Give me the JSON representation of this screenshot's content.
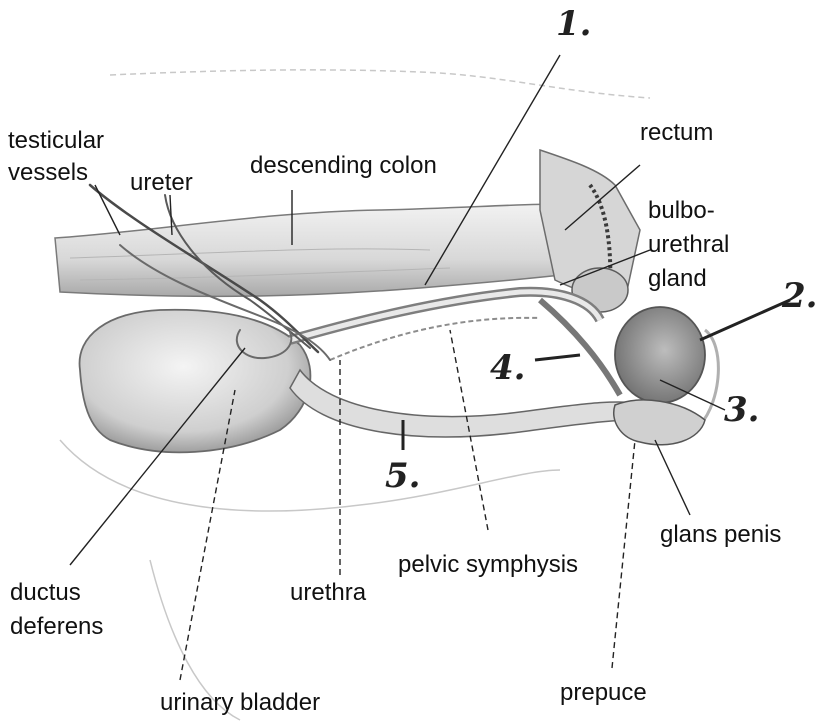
{
  "labels": {
    "testicular_vessels_line1": "testicular",
    "testicular_vessels_line2": "vessels",
    "ureter": "ureter",
    "descending_colon": "descending colon",
    "rectum": "rectum",
    "bulbourethral_line1": "bulbo-",
    "bulbourethral_line2": "urethral",
    "bulbourethral_line3": "gland",
    "glans_penis": "glans penis",
    "pelvic_symphysis": "pelvic symphysis",
    "urethra": "urethra",
    "ductus_deferens_line1": "ductus",
    "ductus_deferens_line2": "deferens",
    "urinary_bladder": "urinary bladder",
    "prepuce": "prepuce"
  },
  "numbers": {
    "n1": "1.",
    "n2": "2.",
    "n3": "3.",
    "n4": "4.",
    "n5": "5."
  },
  "colors": {
    "ink": "#111111",
    "tissue_light": "#e6e6e6",
    "tissue_mid": "#c4c4c4",
    "tissue_dark": "#8a8a8a"
  }
}
